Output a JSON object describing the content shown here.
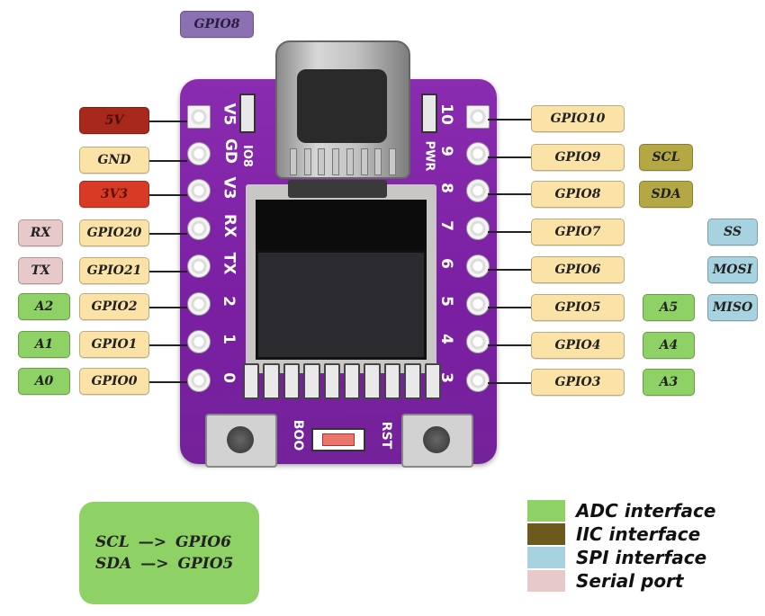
{
  "top_label": "GPIO8",
  "left_pins": {
    "p5v": "5V",
    "gnd": "GND",
    "p3v3": "3V3",
    "g20": "GPIO20",
    "g21": "GPIO21",
    "g2": "GPIO2",
    "g1": "GPIO1",
    "g0": "GPIO0"
  },
  "left_extra": {
    "rx": "RX",
    "tx": "TX",
    "a2": "A2",
    "a1": "A1",
    "a0": "A0"
  },
  "right_pins": {
    "g10": "GPIO10",
    "g9": "GPIO9",
    "g8": "GPIO8",
    "g7": "GPIO7",
    "g6": "GPIO6",
    "g5": "GPIO5",
    "g4": "GPIO4",
    "g3": "GPIO3"
  },
  "right_extra": {
    "scl": "SCL",
    "sda": "SDA",
    "ss": "SS",
    "mosi": "MOSI",
    "miso": "MISO",
    "a5": "A5",
    "a4": "A4",
    "a3": "A3"
  },
  "silkscreen": {
    "left": [
      "V5",
      "GD",
      "V3",
      "RX",
      "TX",
      "2",
      "1",
      "0"
    ],
    "right": [
      "10",
      "9",
      "8",
      "7",
      "6",
      "5",
      "4",
      "3"
    ],
    "io8": "IO8",
    "pwr": "PWR",
    "boo": "BOO",
    "rst": "RST"
  },
  "mapping": {
    "line1_a": "SCL",
    "line1_arrow": "—>",
    "line1_b": "GPIO6",
    "line2_a": "SDA",
    "line2_arrow": "—>",
    "line2_b": "GPIO5"
  },
  "legend": {
    "adc": "ADC interface",
    "iic": "IIC interface",
    "spi": "SPI interface",
    "serial": "Serial port"
  },
  "colors": {
    "adc": "#8ed164",
    "iic": "#6b5a1c",
    "spi": "#a7d3e1",
    "serial": "#e8c9c9",
    "gpio": "#fbe3a8",
    "board": "#7a1fa2"
  }
}
